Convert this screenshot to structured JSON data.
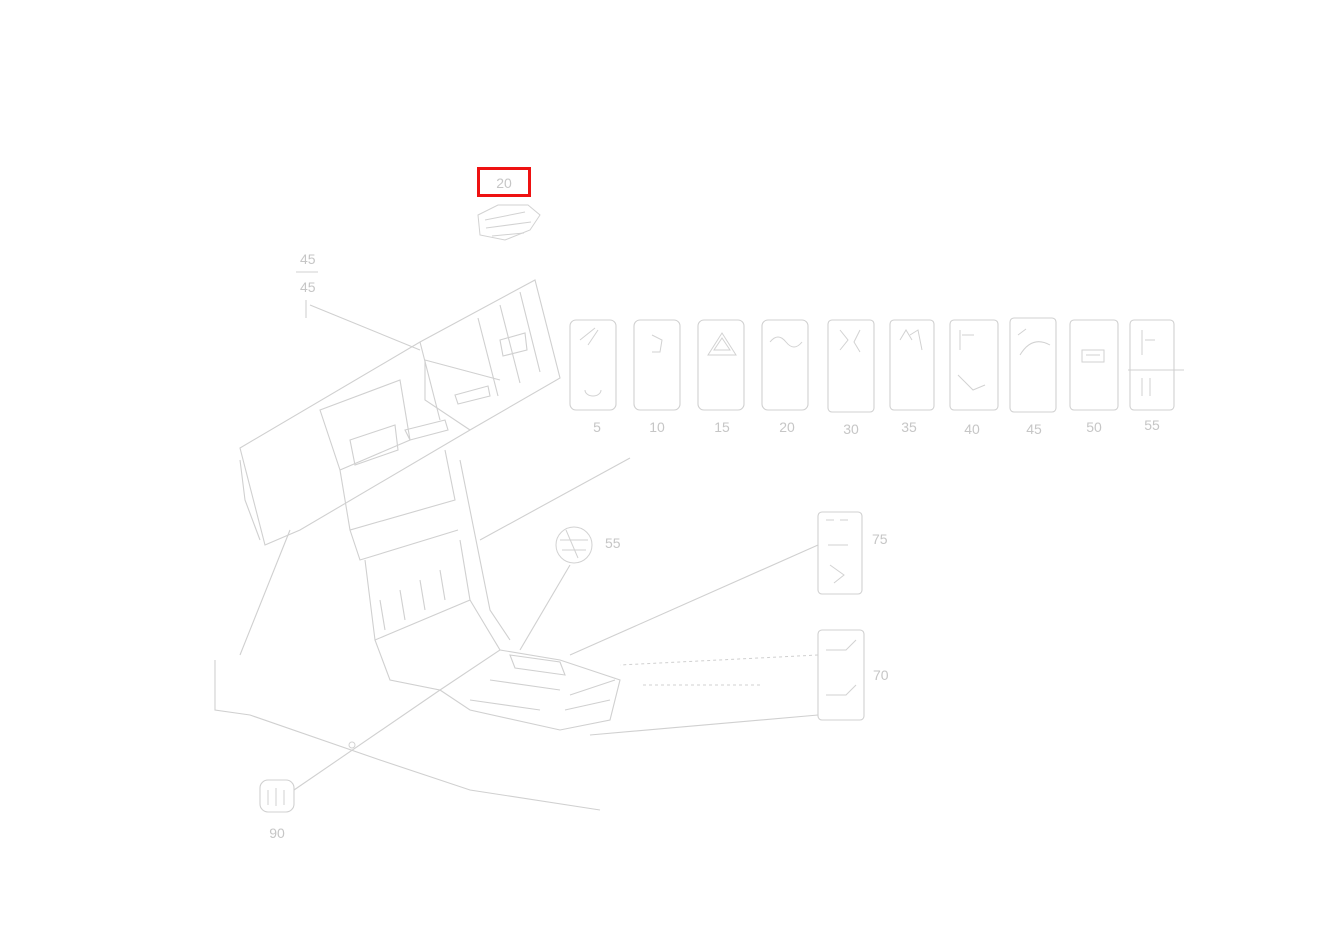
{
  "highlight": {
    "label": "20",
    "color": "#ee1111"
  },
  "callouts": {
    "top_left": "45",
    "fuse_55": "55",
    "relay_75": "75",
    "connector_70": "70",
    "bottom_left": "90"
  },
  "switch_row": {
    "labels": [
      "5",
      "10",
      "15",
      "20",
      "30",
      "35",
      "40",
      "45",
      "50",
      "55"
    ],
    "icons": [
      "wiper-icon",
      "seat-icon",
      "hazard-warning-icon",
      "defrost-icon",
      "parking-sensor-icon",
      "heated-seat-icon",
      "mirror-adjust-icon",
      "seat-belt-icon",
      "window-icon",
      "lock-icon"
    ]
  },
  "colors": {
    "line": "#d0d0d0",
    "highlight": "#ee1111"
  }
}
